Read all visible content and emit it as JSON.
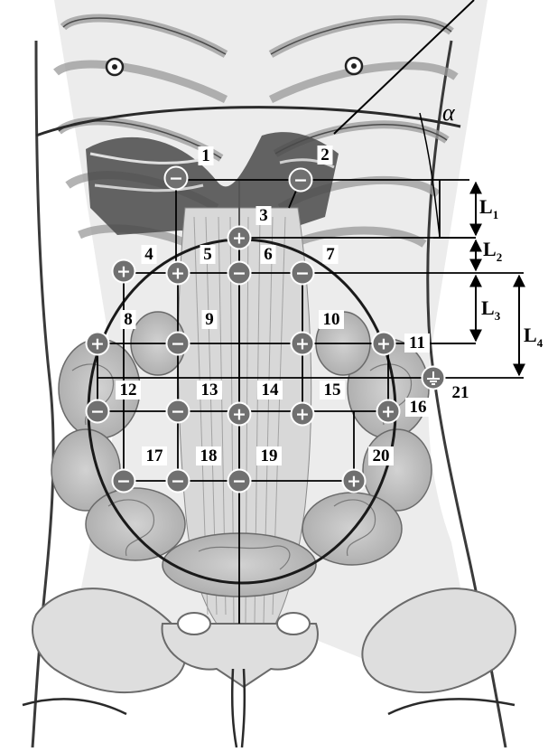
{
  "angle_symbol": "α",
  "electrodes": [
    {
      "label": "1",
      "sign": "minus"
    },
    {
      "label": "2",
      "sign": "minus"
    },
    {
      "label": "3",
      "sign": "plus"
    },
    {
      "label": "4",
      "sign": "plus"
    },
    {
      "label": "5",
      "sign": "plus"
    },
    {
      "label": "6",
      "sign": "minus"
    },
    {
      "label": "7",
      "sign": "minus"
    },
    {
      "label": "8",
      "sign": "plus"
    },
    {
      "label": "9",
      "sign": "minus"
    },
    {
      "label": "10",
      "sign": "plus"
    },
    {
      "label": "11",
      "sign": "plus"
    },
    {
      "label": "12",
      "sign": "minus"
    },
    {
      "label": "13",
      "sign": "minus"
    },
    {
      "label": "14",
      "sign": "plus"
    },
    {
      "label": "15",
      "sign": "plus"
    },
    {
      "label": "16",
      "sign": "plus"
    },
    {
      "label": "17",
      "sign": "minus"
    },
    {
      "label": "18",
      "sign": "minus"
    },
    {
      "label": "19",
      "sign": "minus"
    },
    {
      "label": "20",
      "sign": "plus"
    },
    {
      "label": "21",
      "sign": "ground"
    }
  ],
  "dimensions": [
    {
      "letter": "L",
      "sub": "1"
    },
    {
      "letter": "L",
      "sub": "2"
    },
    {
      "letter": "L",
      "sub": "3"
    },
    {
      "letter": "L",
      "sub": "4"
    }
  ],
  "signs": {
    "plus": "+",
    "minus": "−"
  }
}
